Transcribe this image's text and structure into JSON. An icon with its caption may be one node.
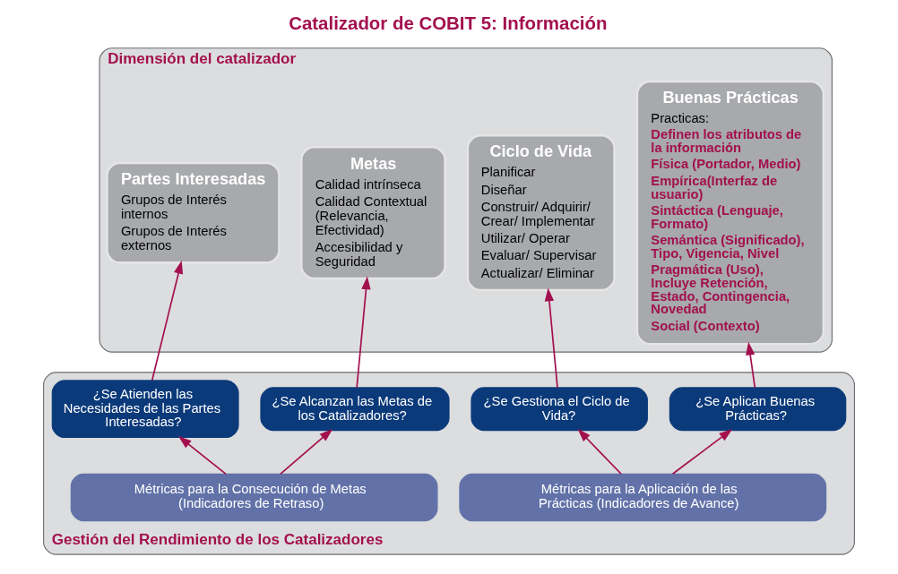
{
  "diagram": {
    "title": "Catalizador de COBIT 5: Información",
    "nodes": [
      {
        "text": [
          "Dimensión del catalizador"
        ]
      },
      {
        "text": [
          "Partes Interesadas",
          "Grupos de Interés internos",
          "Grupos de Interés externos"
        ],
        "in": 0
      },
      {
        "text": [
          "Metas",
          "Calidad intrínseca",
          "Calidad Contextual (Relevancia, Efectividad)",
          "Accesibilidad y Seguridad"
        ],
        "in": 0
      },
      {
        "text": [
          "Ciclo de Vida",
          "Planificar",
          "Diseñar",
          "Construir/ Adquirir/ Crear/ Implementar",
          "Utilizar/ Operar",
          "Evaluar/ Supervisar",
          "Actualizar/ Eliminar"
        ],
        "in": 0
      },
      {
        "text": [
          "Buenas Prácticas",
          "Practicas:",
          "Definen los atributos de la información",
          "Física (Portador, Medio)",
          "Empírica(Interfaz de usuario)",
          "Sintáctica (Lenguaje, Formato)",
          "Semántica (Significado), Tipo, Vigencia, Nivel",
          "Pragmática (Uso), Incluye Retención, Estado, Contingencia, Novedad",
          "Social (Contexto)"
        ],
        "in": 0
      },
      {
        "text": [
          "Gestión del Rendimiento de los Catalizadores"
        ]
      },
      {
        "text": [
          "¿Se Atienden las Necesidades de las Partes Interesadas?"
        ],
        "in": 5
      },
      {
        "text": [
          "¿Se Alcanzan las Metas de los Catalizadores?"
        ],
        "in": 5
      },
      {
        "text": [
          "¿Se Gestiona el Ciclo de Vida?"
        ],
        "in": 5
      },
      {
        "text": [
          "¿Se Aplican Buenas Prácticas?"
        ],
        "in": 5
      },
      {
        "text": [
          "Métricas para la Consecución de Metas (Indicadores de Retraso)"
        ],
        "in": 5
      },
      {
        "text": [
          "Métricas para la Aplicación de las Prácticas (Indicadores de Avance)"
        ],
        "in": 5
      }
    ],
    "edges": [
      {
        "from": 6,
        "to": 1,
        "arrow": "to"
      },
      {
        "from": 7,
        "to": 2,
        "arrow": "to"
      },
      {
        "from": 8,
        "to": 3,
        "arrow": "to"
      },
      {
        "from": 9,
        "to": 4,
        "arrow": "to"
      },
      {
        "from": 10,
        "to": 6,
        "arrow": "to"
      },
      {
        "from": 10,
        "to": 7,
        "arrow": "to"
      },
      {
        "from": 11,
        "to": 8,
        "arrow": "to"
      },
      {
        "from": 11,
        "to": 9,
        "arrow": "to"
      }
    ]
  }
}
